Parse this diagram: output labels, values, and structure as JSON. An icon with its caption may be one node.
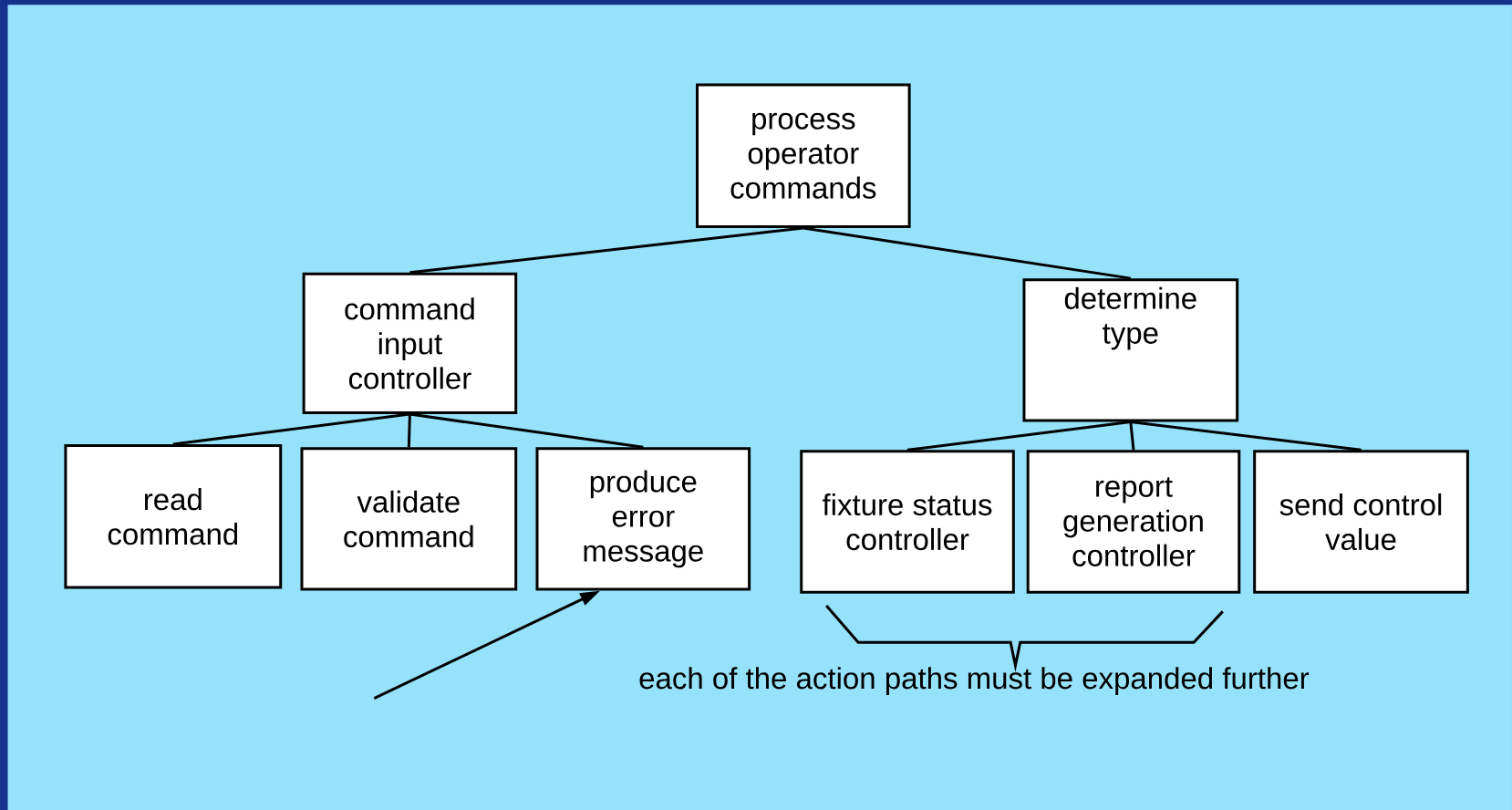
{
  "diagram": {
    "nodes": [
      {
        "text": [
          "process operator commands"
        ]
      },
      {
        "text": [
          "command input controller"
        ]
      },
      {
        "text": [
          "determine type"
        ]
      },
      {
        "text": [
          "read command"
        ]
      },
      {
        "text": [
          "validate command"
        ]
      },
      {
        "text": [
          "produce error message"
        ]
      },
      {
        "text": [
          "fixture status controller"
        ]
      },
      {
        "text": [
          "report generation controller"
        ]
      },
      {
        "text": [
          "send control value"
        ]
      }
    ],
    "edges": [
      {
        "from": 0,
        "to": 1,
        "arrow": "none"
      },
      {
        "from": 0,
        "to": 2,
        "arrow": "none"
      },
      {
        "from": 1,
        "to": 3,
        "arrow": "none"
      },
      {
        "from": 1,
        "to": 4,
        "arrow": "none"
      },
      {
        "from": 1,
        "to": 5,
        "arrow": "none"
      },
      {
        "from": 2,
        "to": 6,
        "arrow": "none"
      },
      {
        "from": 2,
        "to": 7,
        "arrow": "none"
      },
      {
        "from": 2,
        "to": 8,
        "arrow": "none"
      },
      {
        "from": null,
        "to": 5,
        "arrow": "to"
      }
    ],
    "labels": [
      "each of the action paths must be expanded further"
    ]
  }
}
